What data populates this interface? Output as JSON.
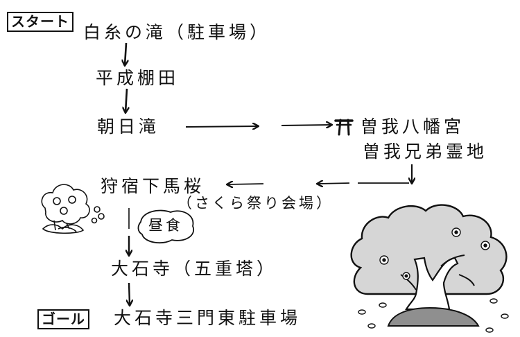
{
  "route": {
    "start_label": "スタート",
    "goal_label": "ゴール",
    "steps": [
      "白糸の滝（駐車場）",
      "平成棚田",
      "朝日滝",
      "曽我八幡宮",
      "曽我兄弟霊地",
      "狩宿下馬桜",
      "（さくら祭り会場）",
      "大石寺（五重塔）",
      "大石寺三門東駐車場"
    ],
    "lunch_label": "昼食"
  }
}
